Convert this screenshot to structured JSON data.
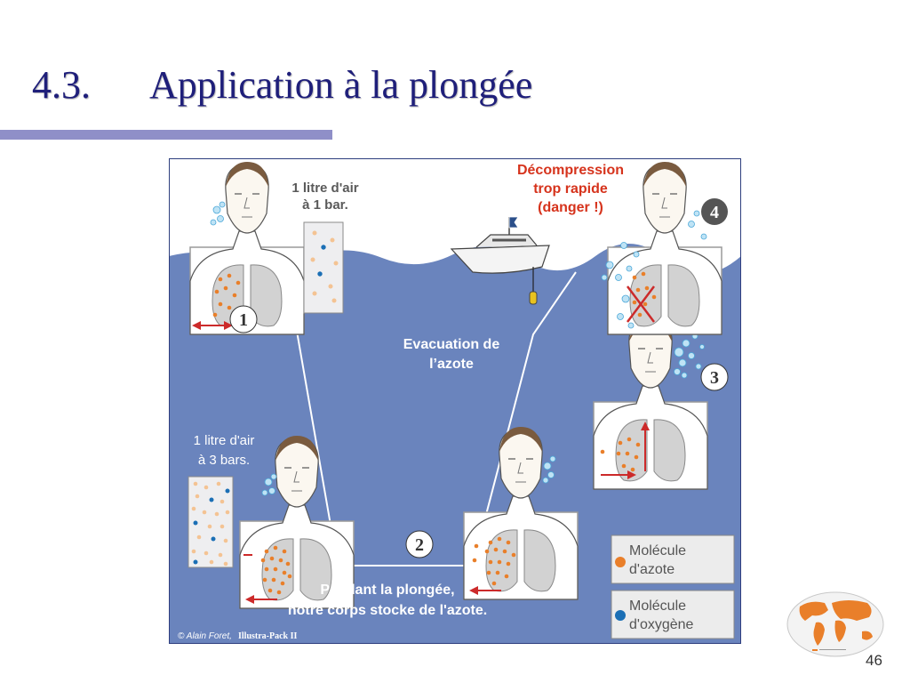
{
  "title": {
    "number": "4.3.",
    "text": "Application à la plongée"
  },
  "diagram": {
    "step1": {
      "badge": "1",
      "caption_line1": "1 litre d'air",
      "caption_line2": "à 1 bar."
    },
    "step2": {
      "badge": "2",
      "caption_line1": "Pendant la plongée,",
      "caption_line2": "notre corps stocke de l'azote."
    },
    "step3": {
      "badge": "3"
    },
    "step4": {
      "badge": "4",
      "caption_line1": "Décompression",
      "caption_line2": "trop rapide",
      "caption_line3": "(danger !)"
    },
    "deep": {
      "caption_line1": "1 litre d'air",
      "caption_line2": "à 3 bars."
    },
    "evacuation": {
      "line1": "Evacuation de",
      "line2": "l’azote"
    },
    "legend": {
      "nitrogen_line1": "Molécule",
      "nitrogen_line2": "d'azote",
      "oxygen_line1": "Molécule",
      "oxygen_line2": "d'oxygène"
    },
    "credit": {
      "author": "© Alain Foret,",
      "pack": "Illustra-Pack II"
    },
    "colors": {
      "water": "#6a84bd",
      "nitrogen": "#e97f2a",
      "oxygen": "#1b6fb5",
      "danger": "#d6331c",
      "arrow": "#cc2a2a"
    }
  },
  "page_number": "46"
}
